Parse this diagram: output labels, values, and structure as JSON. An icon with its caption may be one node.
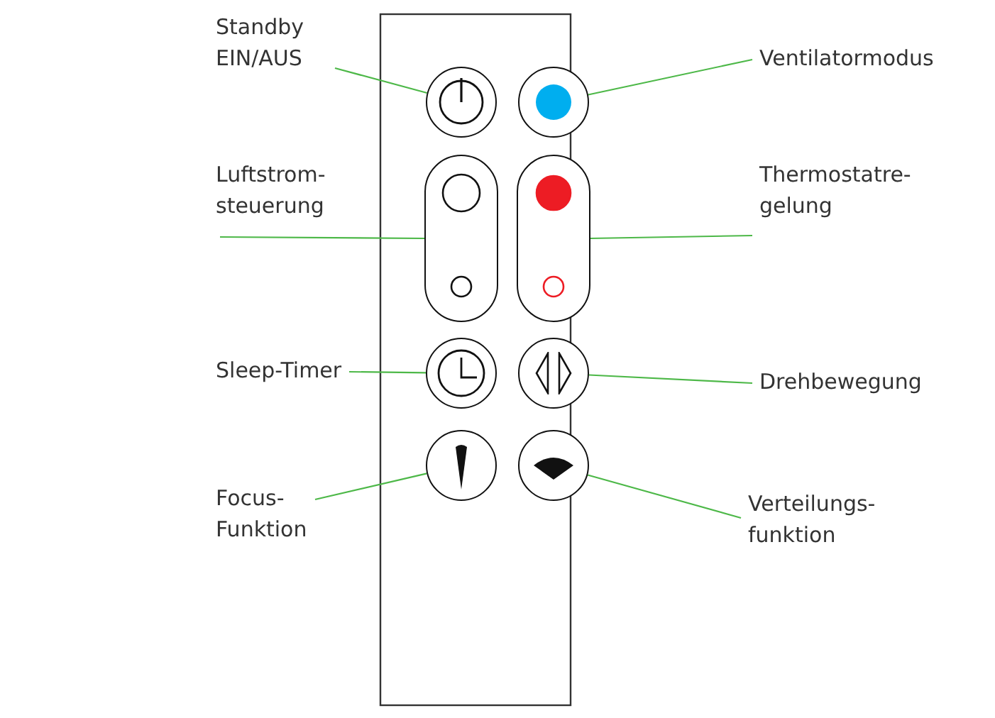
{
  "diagram": {
    "nodes": [
      {
        "text": [
          "Standby EIN/AUS"
        ]
      },
      {
        "text": [
          "Ventilatormodus"
        ]
      },
      {
        "text": [
          "Luftstrom- steuerung"
        ]
      },
      {
        "text": [
          "Thermostatre- gelung"
        ]
      },
      {
        "text": [
          "Sleep-Timer"
        ]
      },
      {
        "text": [
          "Drehbewegung"
        ]
      },
      {
        "text": [
          "Focus- Funktion"
        ]
      },
      {
        "text": [
          "Verteilungs- funktion"
        ]
      },
      {
        "text": [],
        "shape": "circle"
      },
      {
        "text": [],
        "shape": "circle"
      },
      {
        "text": [],
        "shape": "pill"
      },
      {
        "text": [],
        "shape": "pill"
      },
      {
        "text": [],
        "shape": "circle"
      },
      {
        "text": [],
        "shape": "circle"
      },
      {
        "text": [],
        "shape": "circle"
      },
      {
        "text": [],
        "shape": "circle"
      }
    ],
    "edges": [
      {
        "from": 0,
        "to": 8,
        "arrow": "none"
      },
      {
        "from": 1,
        "to": 9,
        "arrow": "none"
      },
      {
        "from": 2,
        "to": 10,
        "arrow": "none"
      },
      {
        "from": 3,
        "to": 11,
        "arrow": "none"
      },
      {
        "from": 4,
        "to": 12,
        "arrow": "none"
      },
      {
        "from": 5,
        "to": 13,
        "arrow": "none"
      },
      {
        "from": 6,
        "to": 14,
        "arrow": "none"
      },
      {
        "from": 7,
        "to": 15,
        "arrow": "none"
      }
    ]
  }
}
